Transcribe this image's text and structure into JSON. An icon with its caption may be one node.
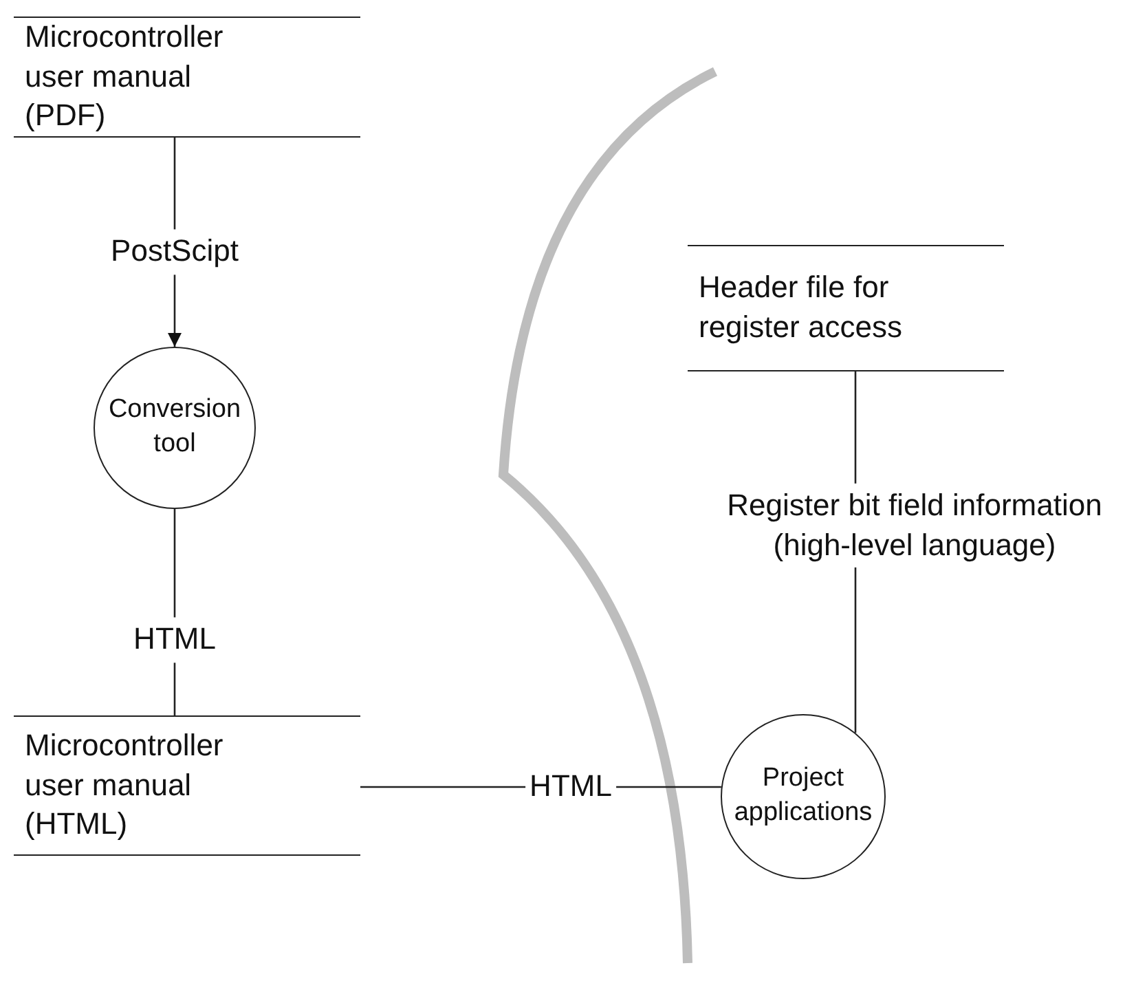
{
  "diagram": {
    "nodes": [
      {
        "text": [
          "Microcontroller user manual (PDF)"
        ]
      },
      {
        "text": [
          "Conversion tool"
        ]
      },
      {
        "text": [
          "Microcontroller user manual (HTML)"
        ]
      },
      {
        "text": [
          "Header file for register access"
        ]
      },
      {
        "text": [
          "Project applications"
        ]
      }
    ],
    "edges": [
      {
        "from": 0,
        "to": 1,
        "arrow": "to",
        "label": "PostScipt"
      },
      {
        "from": 1,
        "to": 2,
        "arrow": "none",
        "label": "HTML"
      },
      {
        "from": 2,
        "to": 4,
        "arrow": "none",
        "label": "HTML"
      },
      {
        "from": 3,
        "to": 4,
        "arrow": "none",
        "label": "Register bit field information (high-level language)"
      }
    ]
  }
}
